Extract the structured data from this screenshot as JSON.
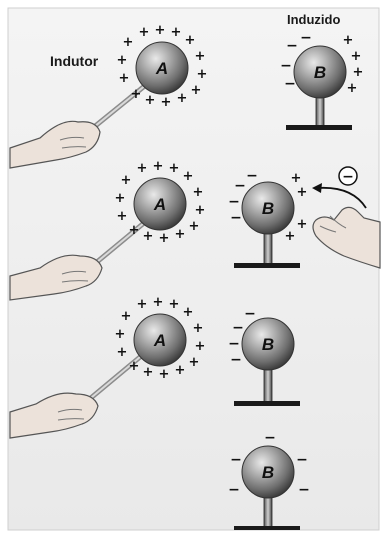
{
  "labels": {
    "inductor": "Indutor",
    "induced": "Induzido",
    "sphere_a": "A",
    "sphere_b": "B",
    "electron_symbol": "−"
  },
  "colors": {
    "sphere": "#8a8a8a",
    "background": "#f2f2f2",
    "skin": "#e8dcd4"
  }
}
